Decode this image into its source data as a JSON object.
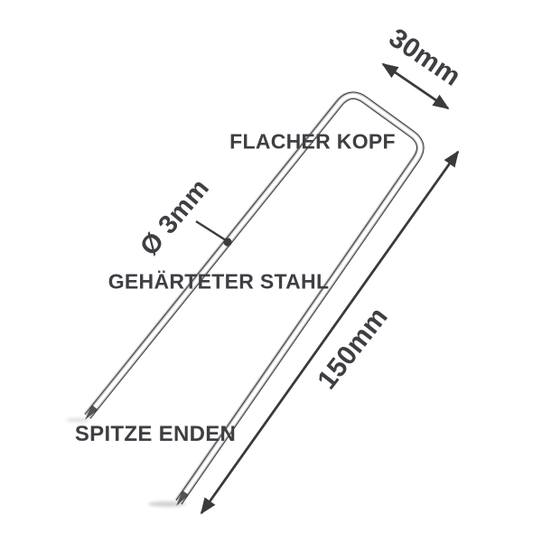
{
  "diagram": {
    "background": "#ffffff",
    "annotations": {
      "width": "30mm",
      "flat_head": "FLACHER KOPF",
      "diameter": "Ø 3mm",
      "material": "GEHÄRTETER STAHL",
      "length": "150mm",
      "pointed_ends": "SPITZE ENDEN"
    },
    "colors": {
      "label_text": "#3e3f43",
      "arrow": "#3a3a3c",
      "wire_edge": "#3c3c3e",
      "wire_sheen": "#b9b9b9",
      "wire_core": "#ffffff",
      "shadow": "#a0a0a0"
    }
  }
}
